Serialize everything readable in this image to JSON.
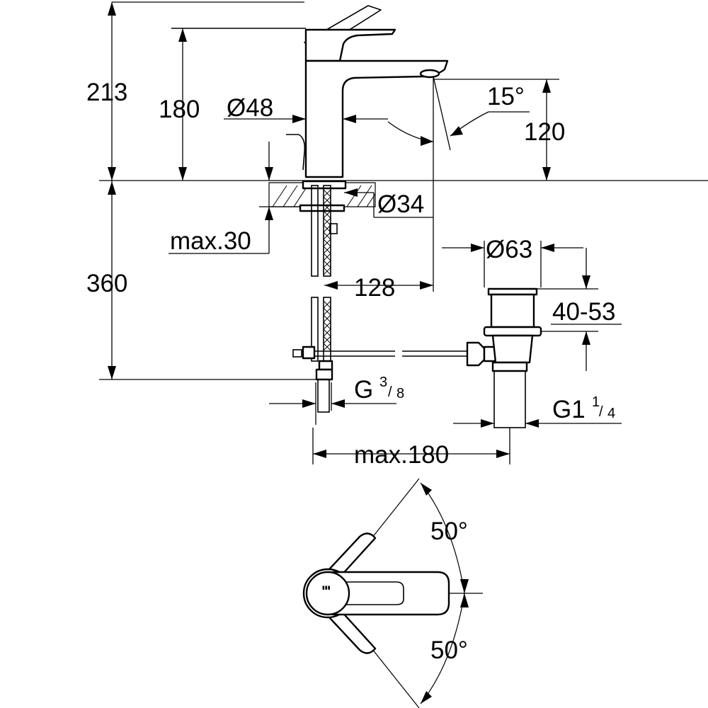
{
  "dimensions": {
    "overall_height": "213",
    "spout_height": "180",
    "body_diameter": "Ø48",
    "spout_angle": "15°",
    "outlet_height": "120",
    "base_diameter": "Ø34",
    "max_deck_thickness": "max.30",
    "hose_length": "360",
    "projection": "128",
    "waste_diameter": "Ø63",
    "waste_range": "40-53",
    "supply_thread_main": "G",
    "supply_thread_num": "3",
    "supply_thread_den": "8",
    "waste_thread_main": "G1",
    "waste_thread_num": "1",
    "waste_thread_den": "4",
    "max_rod_length": "max.180",
    "handle_angle_left": "50°",
    "handle_angle_right": "50°"
  }
}
